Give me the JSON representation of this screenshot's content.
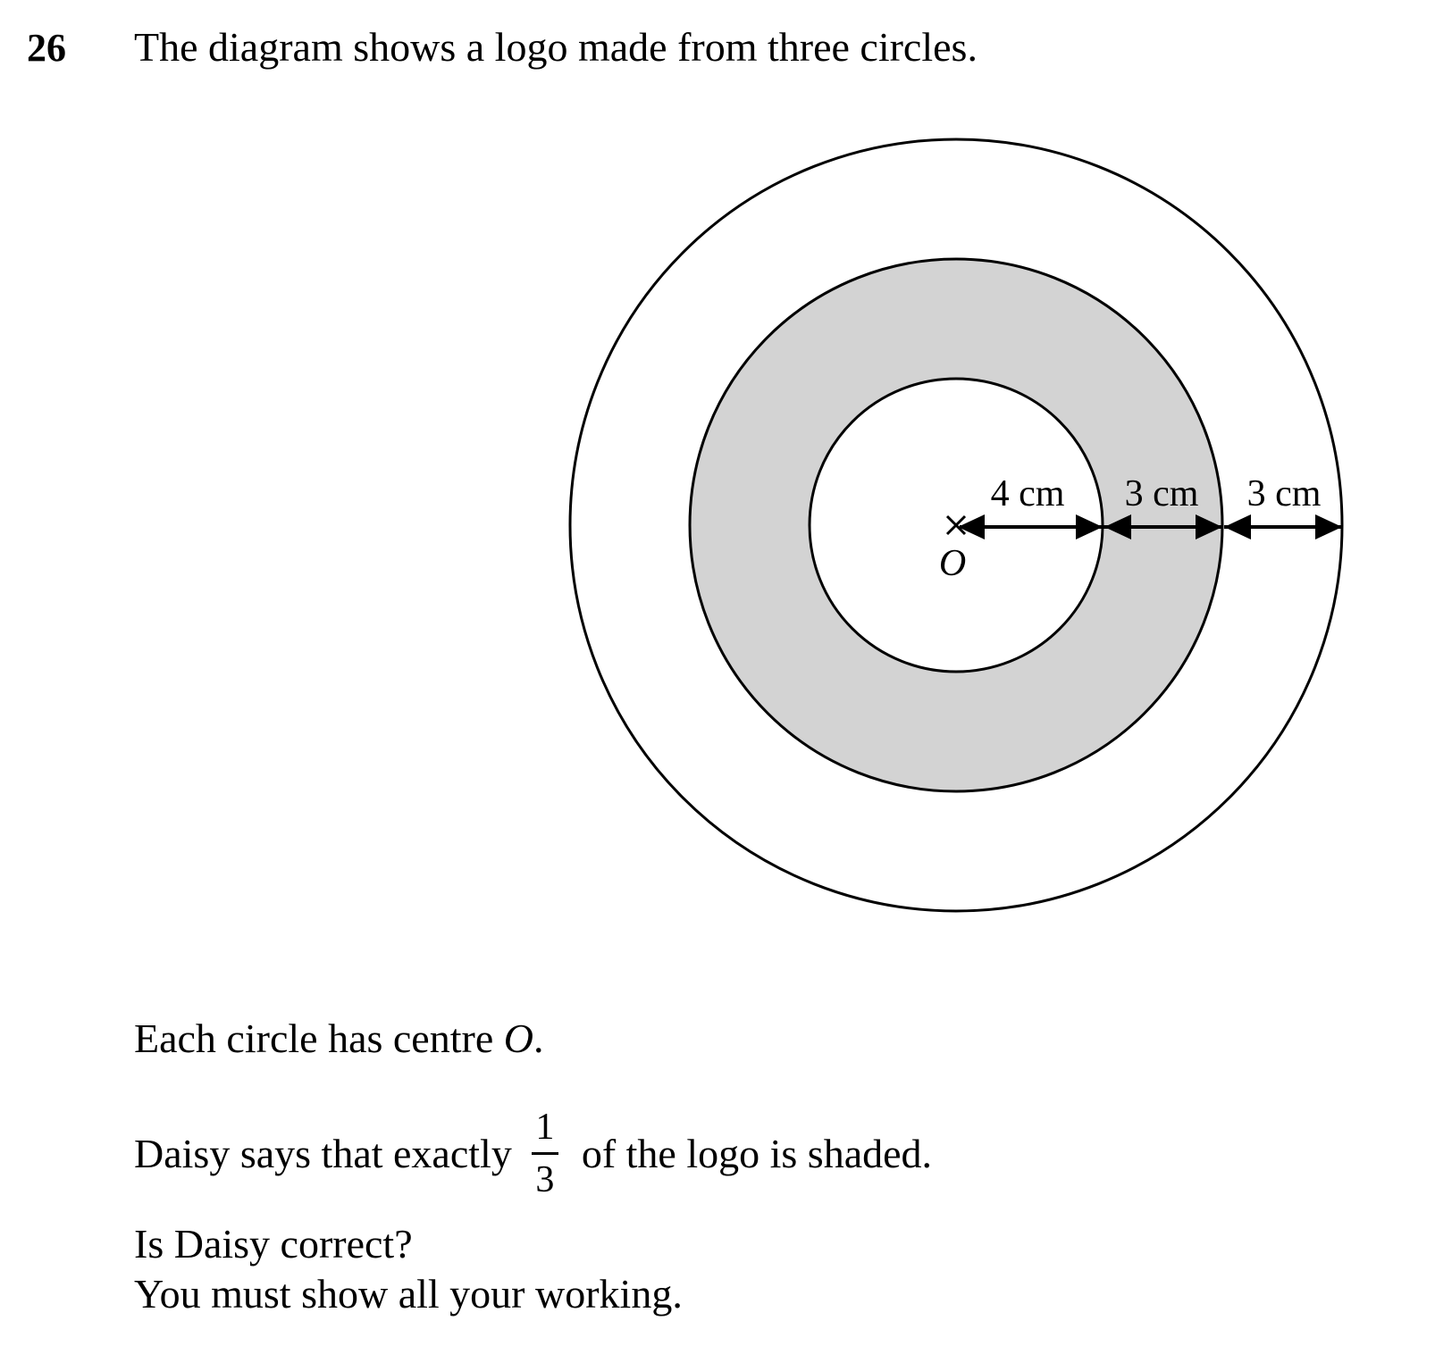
{
  "question": {
    "number": "26",
    "intro": "The diagram shows a logo made from three circles."
  },
  "diagram": {
    "colors": {
      "shade": "#d3d3d3",
      "line": "#000000",
      "background": "#ffffff"
    },
    "labels": {
      "inner_radius": "4 cm",
      "middle_width": "3 cm",
      "outer_width": "3 cm",
      "centre": "O"
    },
    "icons": [
      "cross-mark-icon",
      "arrow-left-icon",
      "arrow-right-icon"
    ]
  },
  "text": {
    "centre_prefix": "Each circle has centre ",
    "centre_letter": "O",
    "centre_suffix": ".",
    "daisy_prefix": "Daisy says that exactly",
    "fraction_numerator": "1",
    "fraction_denominator": "3",
    "daisy_suffix": "of the logo is shaded.",
    "question_ask": "Is Daisy correct?",
    "instruction": "You must show all your working."
  }
}
